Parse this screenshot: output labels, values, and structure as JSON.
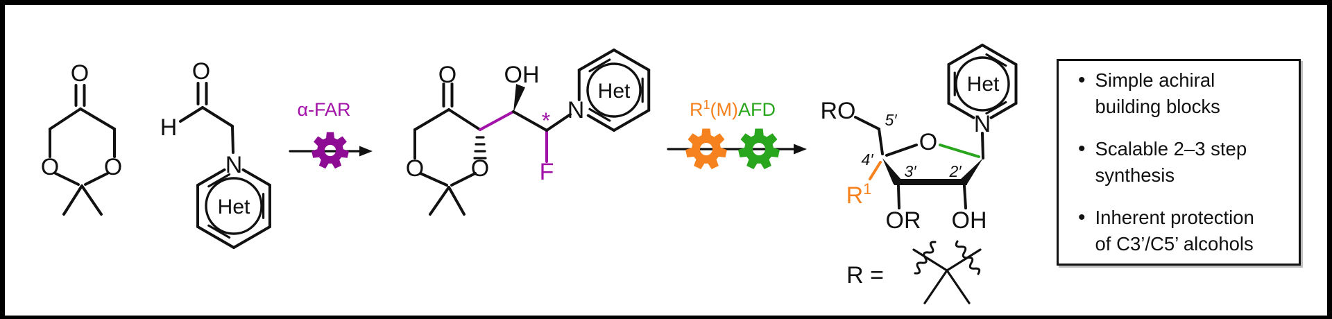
{
  "colors": {
    "purple": "#a312a8",
    "purple_gear": "#8e0b94",
    "orange": "#f5821f",
    "green": "#2aa61e"
  },
  "labels": {
    "o": "O",
    "h": "H",
    "n": "N",
    "f": "F",
    "het": "Het",
    "oh": "OH",
    "ro": "RO",
    "or": "OR",
    "asterisk": "*",
    "r": "R",
    "sup1": "1",
    "p5": "5′",
    "p4": "4′",
    "p3": "3′",
    "p2": "2′",
    "r_eq": "R ="
  },
  "arrow1": {
    "label": "α-FAR"
  },
  "arrow2": {
    "r": "R",
    "sup": "1",
    "m": "(M)",
    "afd": "AFD"
  },
  "box": {
    "bullet_glyph": "•",
    "bullets": [
      {
        "text": "Simple achiral\nbuilding blocks"
      },
      {
        "text": "Scalable 2–3 step\nsynthesis"
      },
      {
        "text": "Inherent protection\nof C3’/C5’ alcohols"
      }
    ]
  }
}
